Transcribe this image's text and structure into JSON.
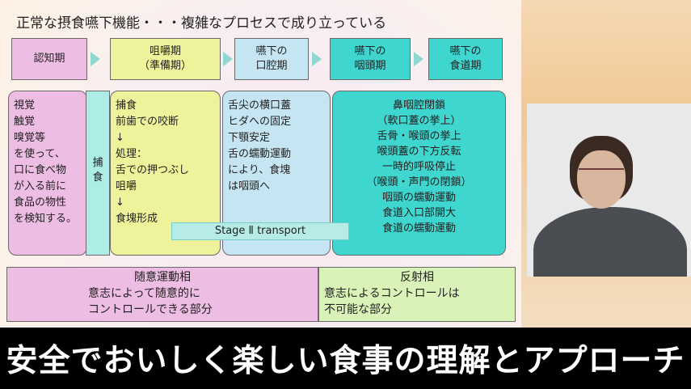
{
  "slide": {
    "title": "正常な摂食嚥下機能・・・複雑なプロセスで成り立っている",
    "phases": [
      {
        "label": "認知期"
      },
      {
        "label": "咀嚼期\n（準備期）"
      },
      {
        "label": "嚥下の\n口腔期"
      },
      {
        "label": "嚥下の\n咽頭期"
      },
      {
        "label": "嚥下の\n食道期"
      }
    ],
    "blocks": {
      "cognition": "視覚\n触覚\n嗅覚等\nを使って、\n口に食べ物\nが入る前に\n食品の物性\nを検知する。",
      "capture": "捕\n食",
      "chewing": "捕食\n前歯での咬断\n↓\n処理：\n舌での押つぶし\n咀嚼\n↓\n食塊形成",
      "oral": "舌尖の横口蓋\nヒダへの固定\n下顎安定\n舌の蠕動運動\nにより、食塊\nは咽頭へ",
      "pharyngeal": "鼻咽腔閉鎖\n（軟口蓋の挙上）\n舌骨・喉頭の挙上\n喉頭蓋の下方反転\n一時的呼吸停止\n（喉頭・声門の閉鎖）\n咽頭の蠕動運動\n食道入口部開大\n食道の蠕動運動"
    },
    "stage_label": "Stage Ⅱ transport",
    "voluntary": {
      "title": "随意運動相",
      "text": "意志によって随意的に\nコントロールできる部分"
    },
    "reflex": {
      "title": "反射相",
      "text": "意志によるコントロールは\n不可能な部分"
    }
  },
  "caption": "安全でおいしく楽しい食事の理解とアプローチ",
  "colors": {
    "pink": "#edbde3",
    "yellow": "#eef29a",
    "lightblue": "#c4e5f1",
    "teal": "#3fd6cf",
    "aqua": "#aeece6",
    "green": "#d9f2b8"
  }
}
